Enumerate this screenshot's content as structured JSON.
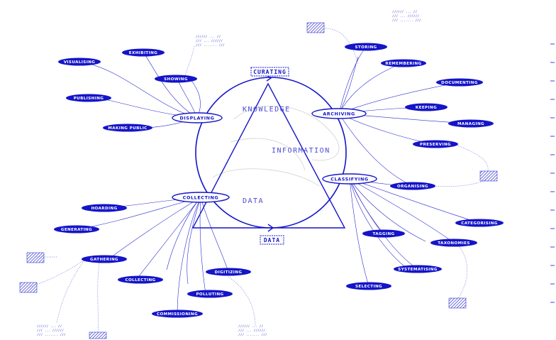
{
  "colors": {
    "primary": "#1414c8",
    "light": "#b9b9f2",
    "grey": "#cfcfcf"
  },
  "triangle": {
    "top_label": "CURATING",
    "bottom_label": "DATA"
  },
  "zones": {
    "knowledge": "KNOWLEDGE",
    "information": "INFORMATION",
    "data": "DATA"
  },
  "hubs": {
    "displaying": "DISPLAYING",
    "archiving": "ARCHIVING",
    "collecting": "COLLECTING",
    "classifying": "CLASSIFYING"
  },
  "nodes": {
    "visualising": "VISUALISING",
    "exhibiting": "EXHIBITING",
    "showing": "SHOWING",
    "publishing": "PUBLISHING",
    "making_public": "MAKING PUBLIC",
    "storing": "STORING",
    "remembering": "REMEMBERING",
    "documenting": "DOCUMENTING",
    "keeping": "KEEPING",
    "managing": "MANAGING",
    "preserving": "PRESERVING",
    "organising": "ORGANISING",
    "hoarding": "HOARDING",
    "generating": "GENERATING",
    "gathering": "GATHERING",
    "collecting_leaf": "COLLECTING",
    "digitizing": "DIGITIZING",
    "polluting": "POLLUTING",
    "commissioning": "COMMISSIONING",
    "tagging": "TAGGING",
    "categorising": "CATEGORISING",
    "taxonomies": "TAXONOMIES",
    "systematising": "SYSTEMATISING",
    "selecting": "SELECTING"
  },
  "scribbles": {
    "a1": "////// ... //",
    "a2": "/// ... //////",
    "a3": "/// ....... ///"
  }
}
